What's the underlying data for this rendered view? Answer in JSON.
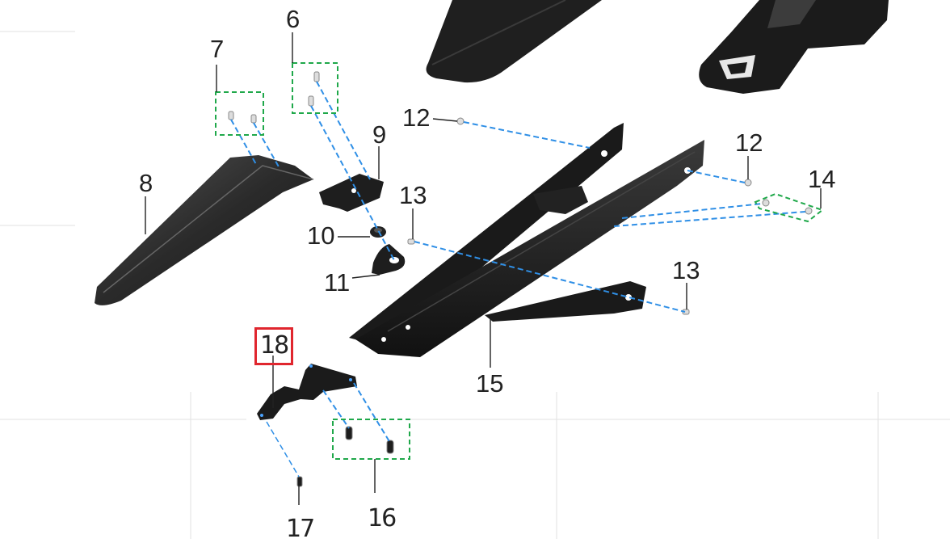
{
  "diagram": {
    "type": "exploded-parts-diagram",
    "highlighted_part": "18",
    "colors": {
      "part_fill": "#1e1e1e",
      "leader_line": "#222222",
      "assembly_line": "#2f8fe6",
      "group_box": "#1fa84a",
      "highlight_box": "#e0262e",
      "grid_line": "#e2e2e2"
    },
    "callouts": [
      {
        "id": "6",
        "label": "6"
      },
      {
        "id": "7",
        "label": "7"
      },
      {
        "id": "8",
        "label": "8"
      },
      {
        "id": "9",
        "label": "9"
      },
      {
        "id": "10",
        "label": "10"
      },
      {
        "id": "11",
        "label": "11"
      },
      {
        "id": "12a",
        "label": "12"
      },
      {
        "id": "12b",
        "label": "12"
      },
      {
        "id": "13a",
        "label": "13"
      },
      {
        "id": "13b",
        "label": "13"
      },
      {
        "id": "14",
        "label": "14"
      },
      {
        "id": "15",
        "label": "15"
      },
      {
        "id": "16",
        "label": "16"
      },
      {
        "id": "17",
        "label": "17"
      },
      {
        "id": "18",
        "label": "18"
      }
    ]
  }
}
